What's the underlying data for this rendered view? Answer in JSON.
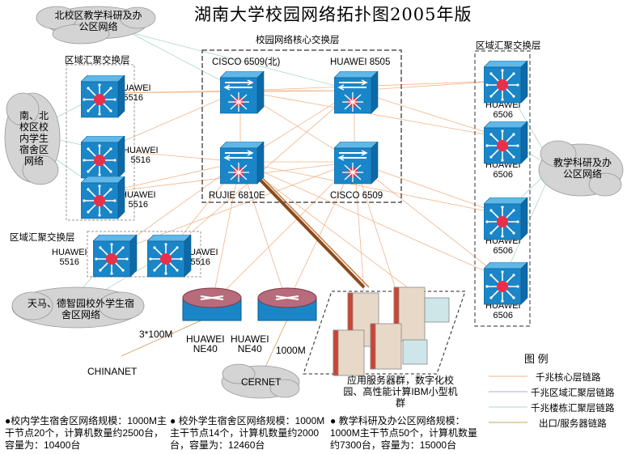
{
  "title": "湖南大学校园网络拓扑图2005年版",
  "core_box_label": "校园网络核心交换层",
  "left_agg_label": "区域汇聚交换层",
  "lower_agg_label": "区域汇聚交换层",
  "right_agg_label": "区域汇聚交换层",
  "core_devices": [
    {
      "name": "CISCO 6509(北)"
    },
    {
      "name": "HUAWEI 8505"
    },
    {
      "name": "RUJIE 6810E"
    },
    {
      "name": "CISCO 6509"
    }
  ],
  "left_switches": [
    {
      "brand": "HUAWEI",
      "model": "5516"
    },
    {
      "brand": "HUAWEI",
      "model": "5516"
    },
    {
      "brand": "HUAWEI",
      "model": "5516"
    }
  ],
  "lower_switches": [
    {
      "brand": "HUAWEI",
      "model": "5516"
    },
    {
      "brand": "HUAWEI",
      "model": "5516"
    }
  ],
  "right_switches": [
    {
      "brand": "HUAWEI",
      "model": "6506"
    },
    {
      "brand": "HUAWEI",
      "model": "6506"
    },
    {
      "brand": "HUAWEI",
      "model": "6506"
    },
    {
      "brand": "HUAWEI",
      "model": "6506"
    }
  ],
  "routers": [
    {
      "brand": "HUAWEI",
      "model": "NE40"
    },
    {
      "brand": "HUAWEI",
      "model": "NE40"
    }
  ],
  "clouds": {
    "north": "北校区教学科研及办公区网络",
    "left": "南、北校区校内学生宿舍区网络",
    "lower": "天马、德智园校外学生宿舍区网络",
    "right": "教学科研及办公区网络",
    "cernet": "CERNET"
  },
  "chinanet": "CHINANET",
  "link_3x100m": "3*100M",
  "link_1000m": "1000M",
  "servers_label": "应用服务器群，数字化校园、高性能计算IBM小型机群",
  "legend": {
    "title": "图 例",
    "items": [
      {
        "label": "千兆核心层链路",
        "color": "#f2b48a"
      },
      {
        "label": "千兆区域汇聚层链路",
        "color": "#9fb0d8"
      },
      {
        "label": "千兆楼栋汇聚层链路",
        "color": "#a8d8c8"
      },
      {
        "label": "出口/服务器链路",
        "color": "#c8a060"
      }
    ]
  },
  "stats": [
    "●校内学生宿舍区网络规模：1000M主干节点20个，计算机数量约2500台，容量为：10400台",
    "● 校外学生宿舍区网络规模：1000M主干节点14个，计算机数量约2000台，容量为：12460台",
    "● 教学科研及办公区网络规模：1000M主干节点50个，计算机数量约7300台，容量为：15000台"
  ],
  "colors": {
    "switch_face": "#1a86c8",
    "switch_top": "#5fb8e8",
    "router_top": "#b86b7a",
    "core_link": "#f2b48a",
    "agg_link": "#9fb0d8",
    "floor_link": "#a8d8c8",
    "trunk_link": "#8b4a1c"
  }
}
